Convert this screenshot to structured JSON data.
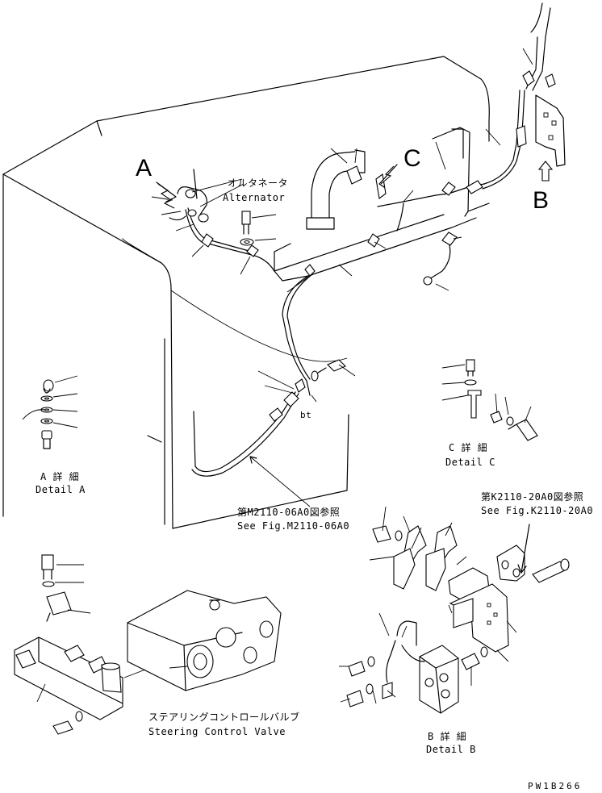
{
  "labels": {
    "view_a": "A",
    "view_b": "B",
    "view_c": "C",
    "alternator_jp": "オルタネータ",
    "alternator_en": "Alternator",
    "detail_a_jp": "A 詳 細",
    "detail_a_en": "Detail A",
    "detail_b_jp": "B 詳 細",
    "detail_b_en": "Detail B",
    "detail_c_jp": "C 詳 細",
    "detail_c_en": "Detail C",
    "ref1_jp": "第M2110-06A0図参照",
    "ref1_en": "See Fig.M2110-06A0",
    "ref2_jp": "第K2110-20A0図参照",
    "ref2_en": "See Fig.K2110-20A0",
    "valve_jp": "ステアリングコントロールバルブ",
    "valve_en": "Steering Control Valve",
    "mark_bt": "bt",
    "drawing_code": "PW1B266"
  }
}
